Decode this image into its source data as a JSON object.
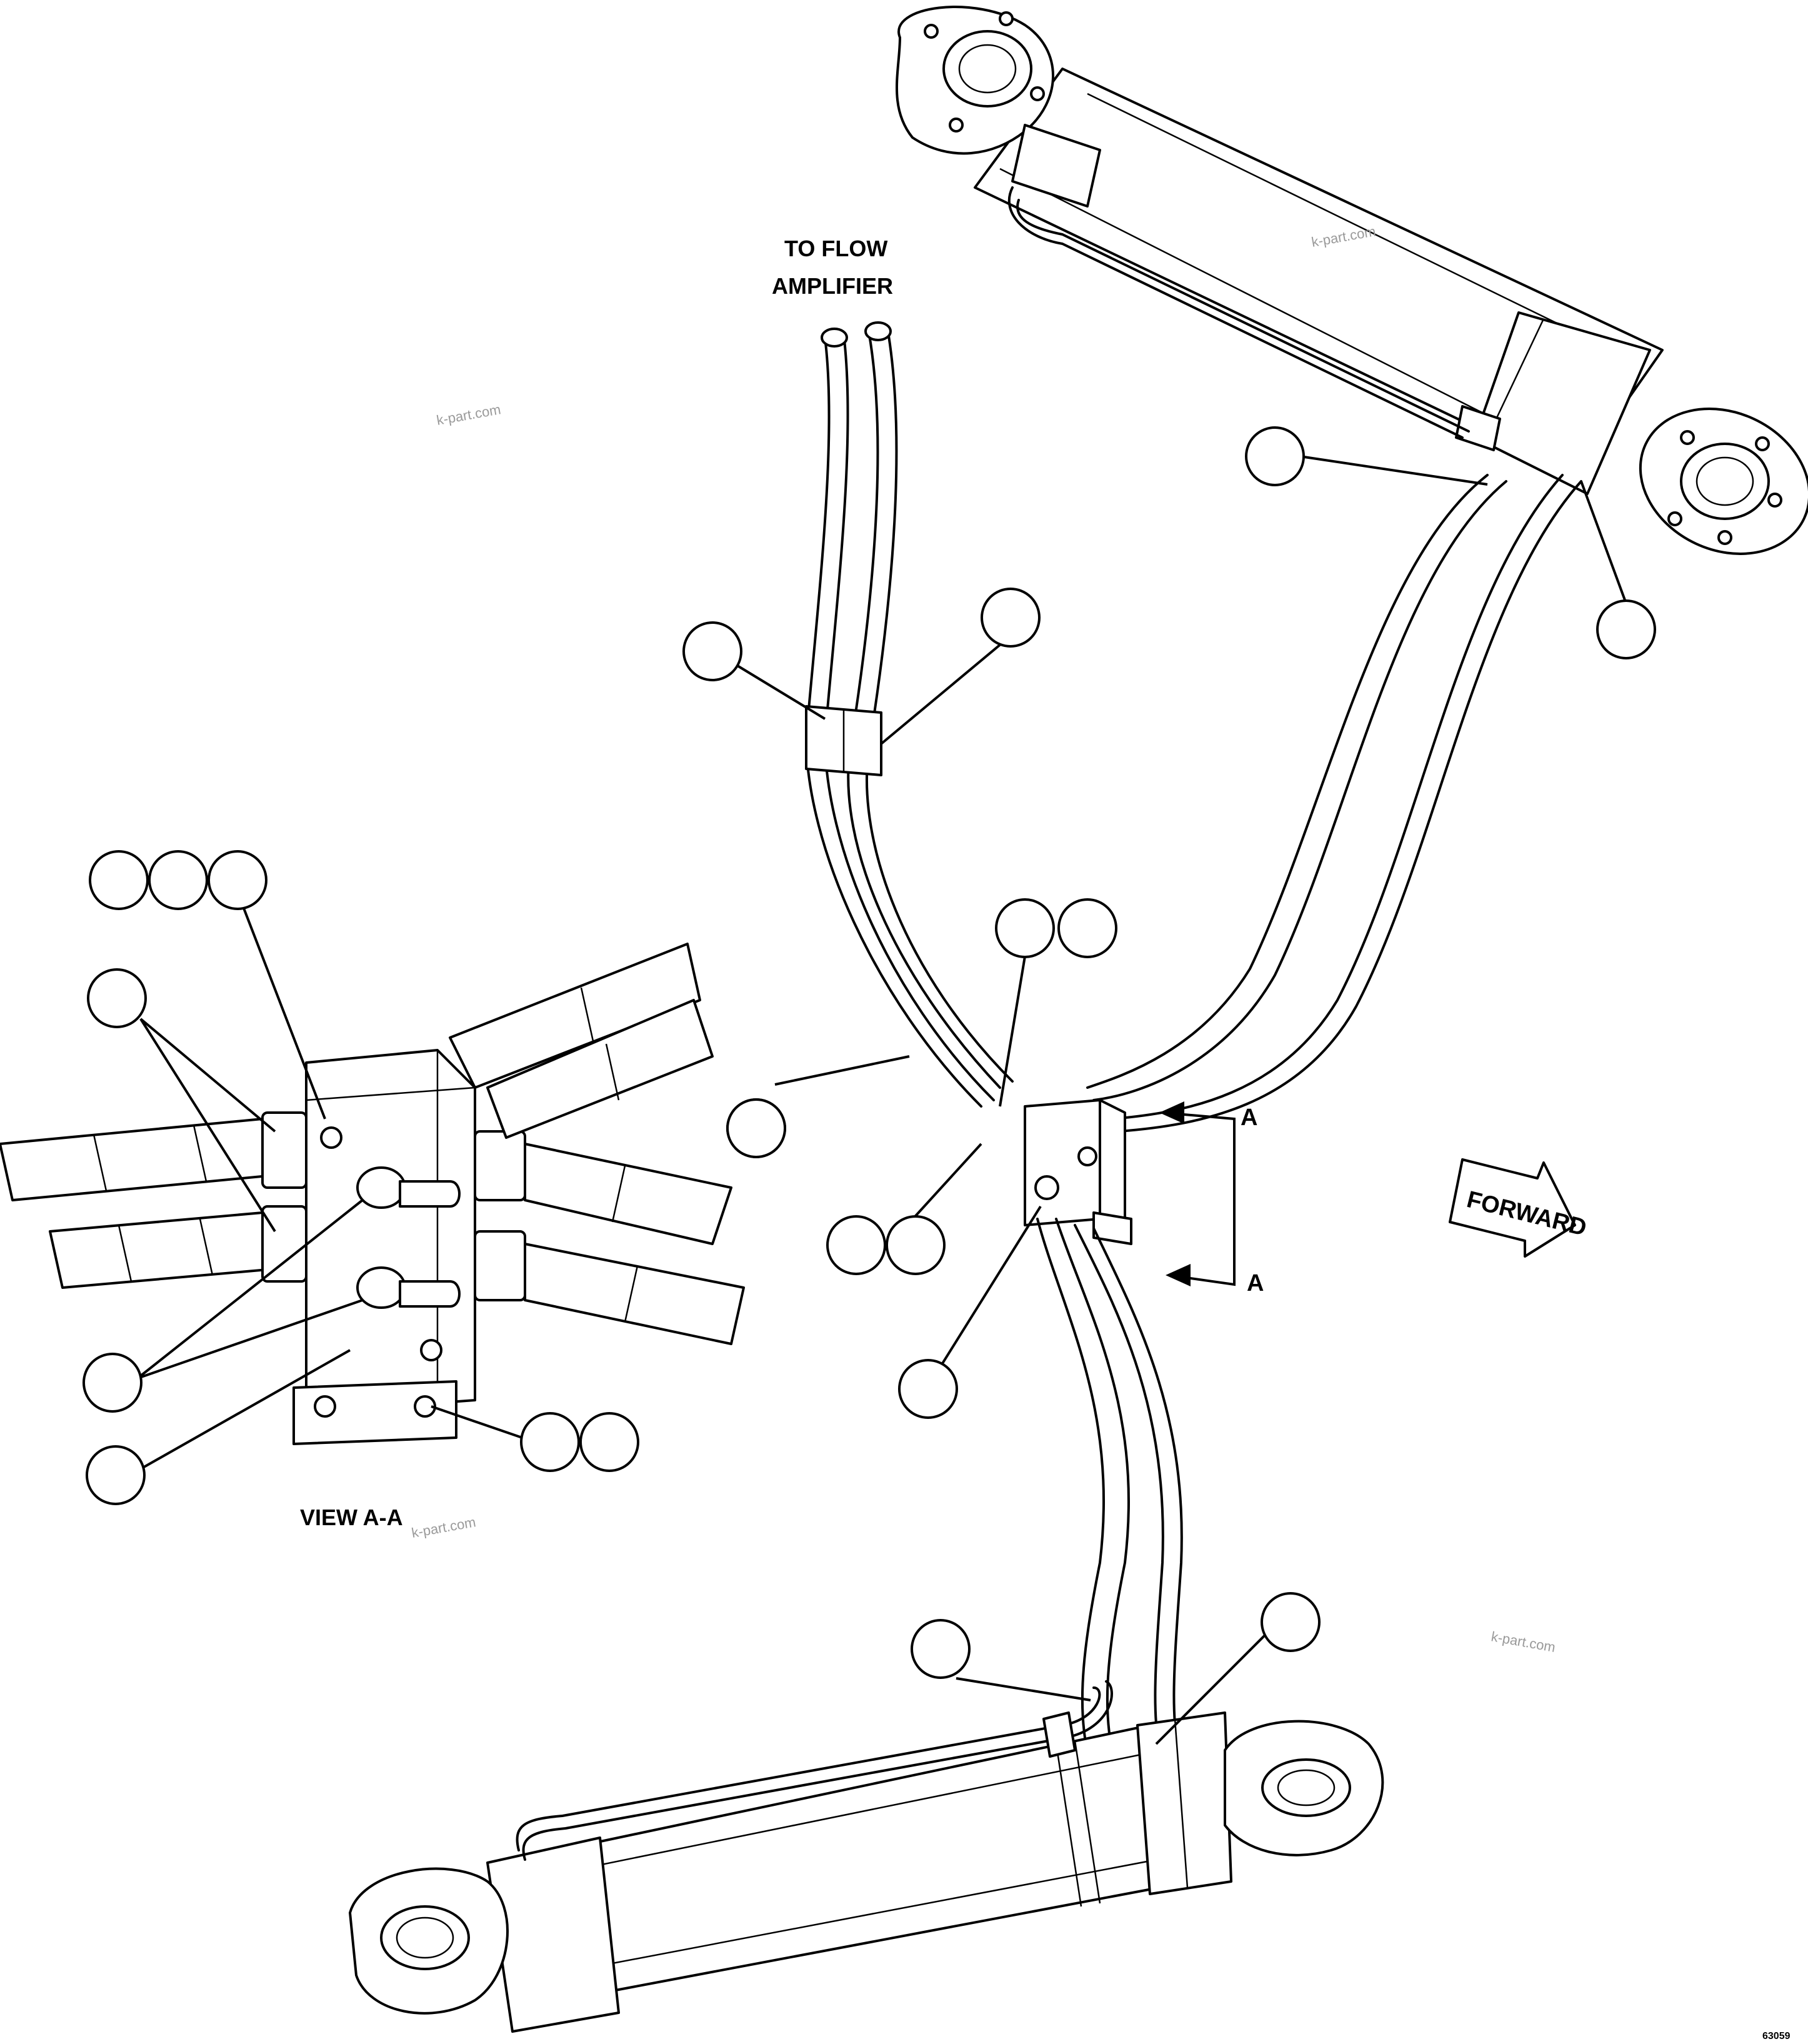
{
  "labels": {
    "to_flow_line1": "TO FLOW",
    "to_flow_line2": "AMPLIFIER",
    "view_label": "VIEW A-A",
    "section_a_top": "A",
    "section_a_bottom": "A",
    "forward": "FORWARD",
    "figure_number": "63059"
  },
  "watermark": "k-part.com",
  "callouts": [
    {
      "id": "c-cyl-top-left"
    },
    {
      "id": "c-cyl-top-right"
    },
    {
      "id": "c-clamp-left"
    },
    {
      "id": "c-clamp-right"
    },
    {
      "id": "c-valve-1"
    },
    {
      "id": "c-valve-2"
    },
    {
      "id": "c-valve-3"
    },
    {
      "id": "c-valve-4"
    },
    {
      "id": "c-valve-5"
    },
    {
      "id": "c-cyl-bottom-left"
    },
    {
      "id": "c-cyl-bottom-right"
    },
    {
      "id": "c-view-1"
    },
    {
      "id": "c-view-2"
    },
    {
      "id": "c-view-3"
    },
    {
      "id": "c-view-4"
    },
    {
      "id": "c-view-5"
    },
    {
      "id": "c-view-6"
    },
    {
      "id": "c-view-7"
    },
    {
      "id": "c-view-8"
    },
    {
      "id": "c-view-9"
    },
    {
      "id": "c-view-10"
    }
  ]
}
